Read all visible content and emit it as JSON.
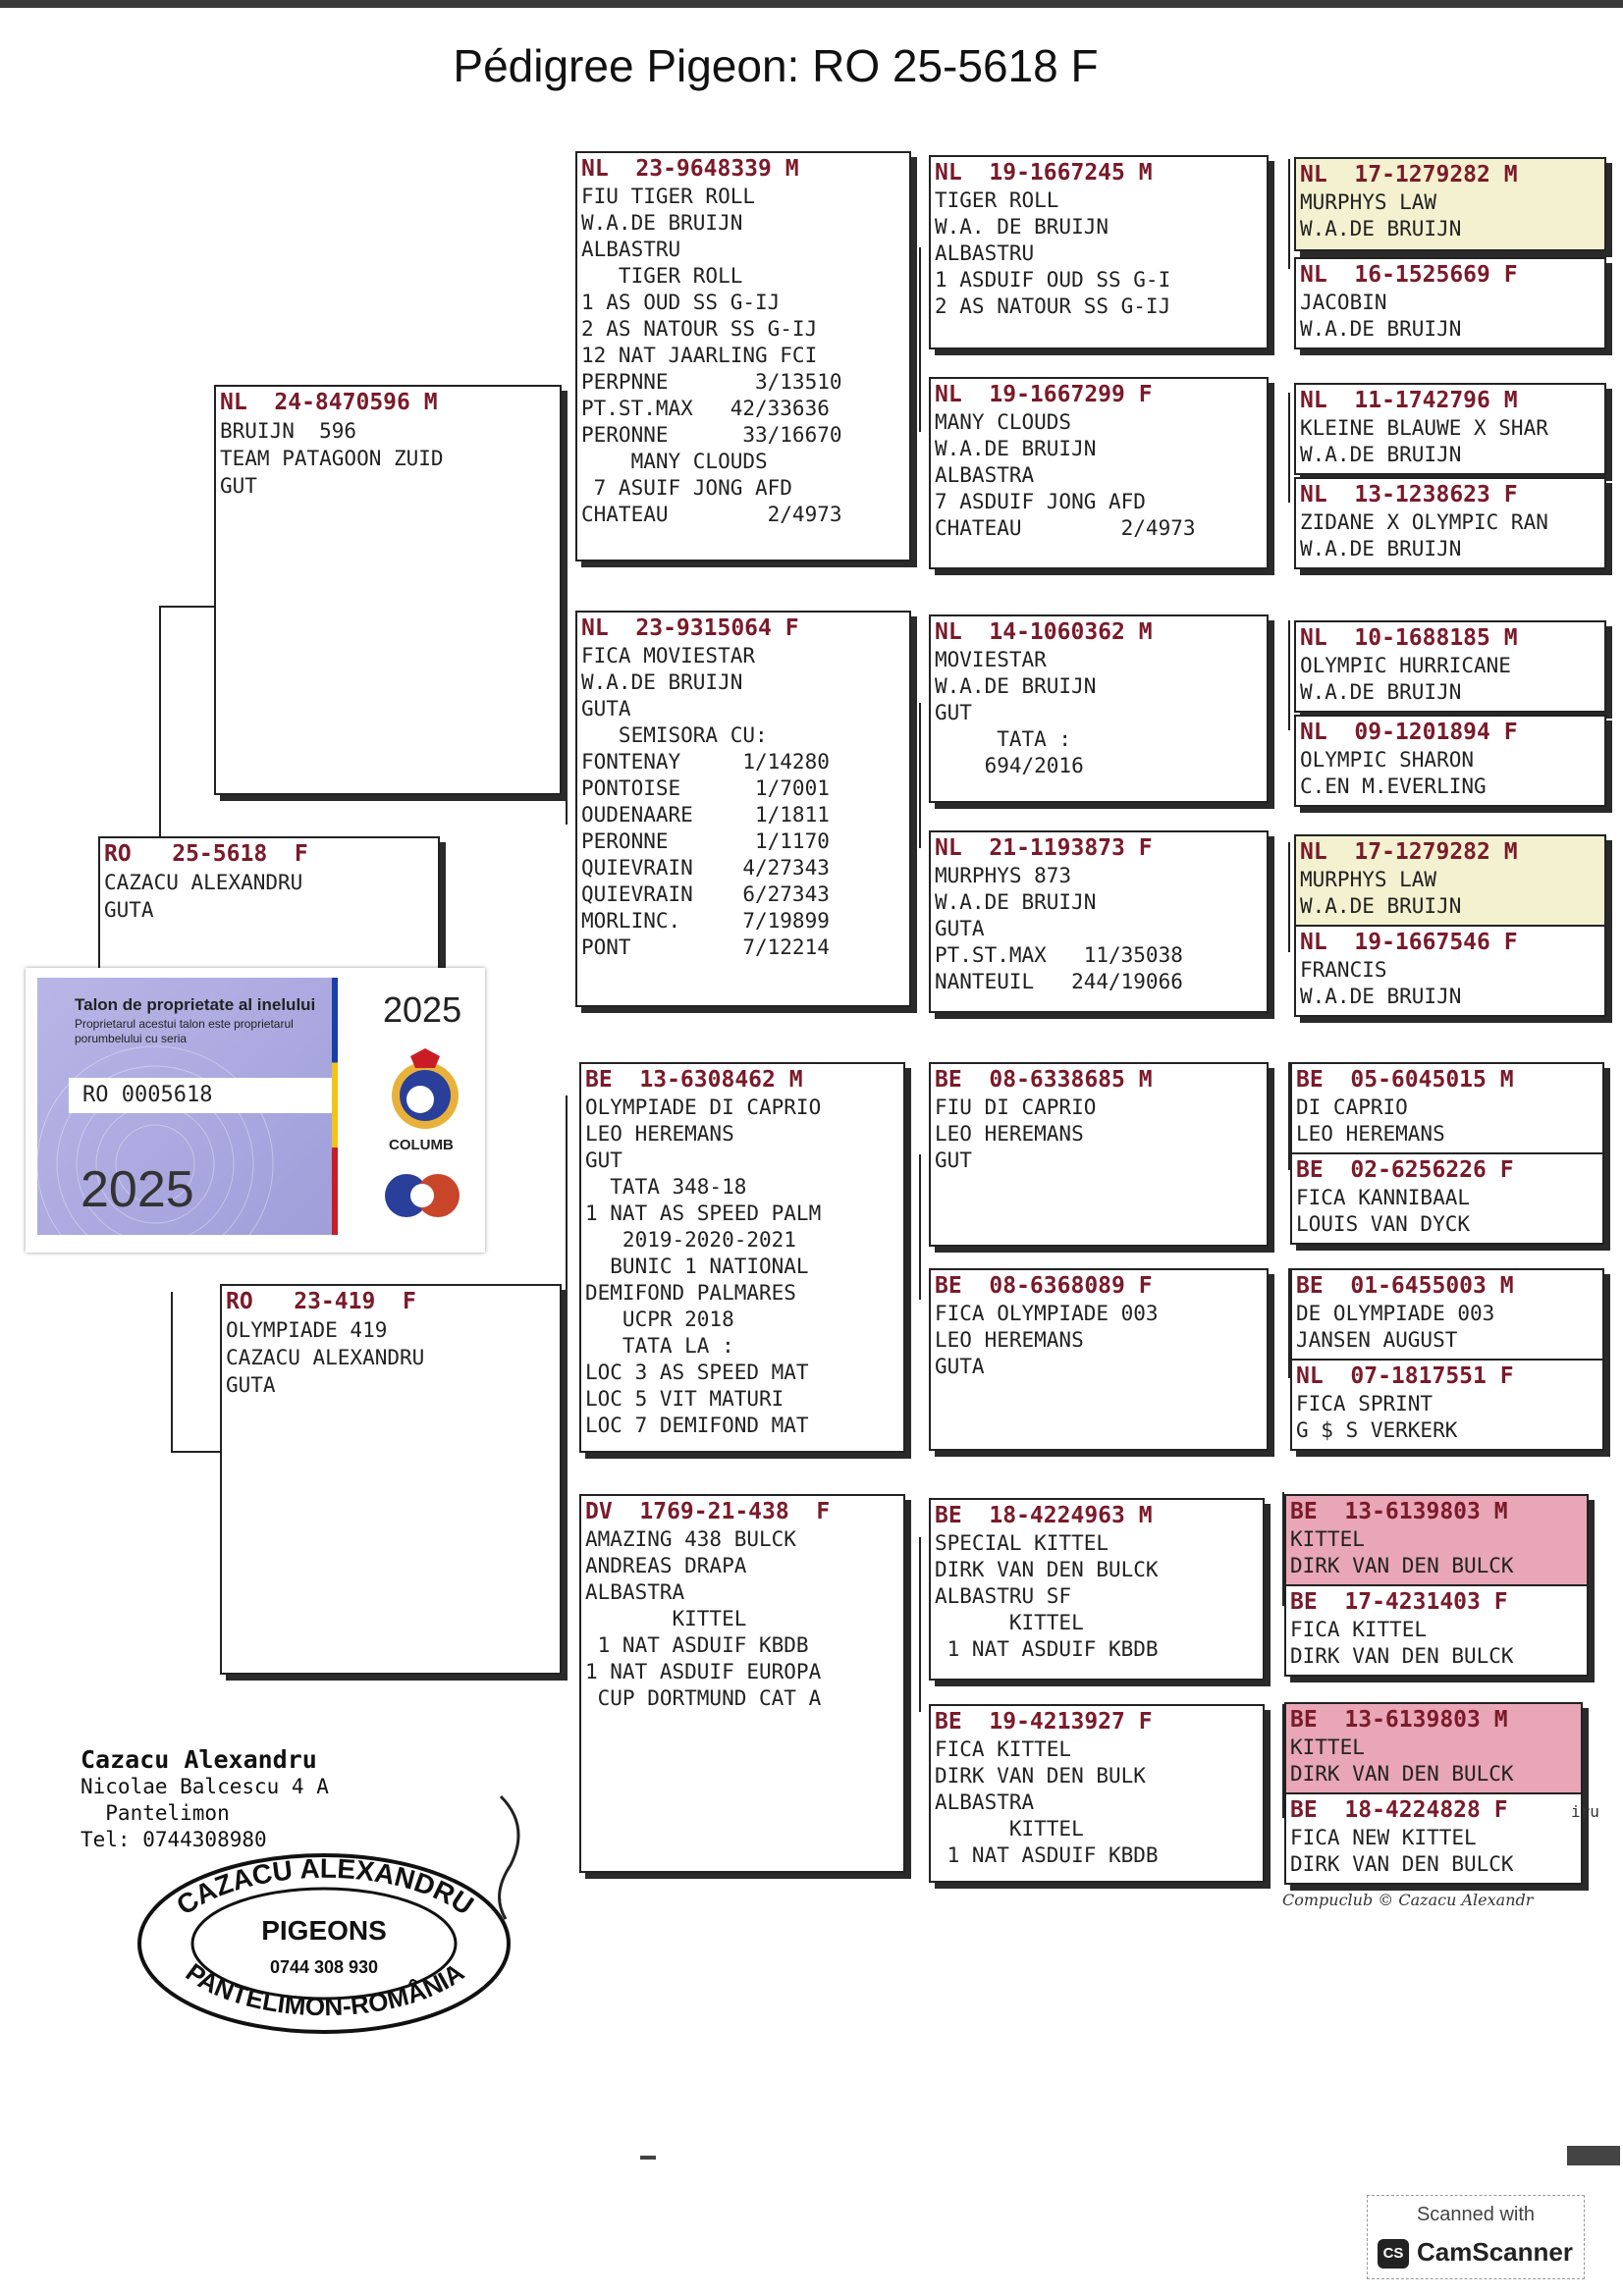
{
  "title": "Pédigree Pigeon: RO  25-5618 F",
  "colors": {
    "header": "#7a1a2a",
    "highlight_yellow": "#f3f1cf",
    "highlight_pink": "#e9a6b6"
  },
  "subject": {
    "hdr": "RO   25-5618  F",
    "lines": [
      "",
      "CAZACU ALEXANDRU",
      "GUTA"
    ]
  },
  "sire": {
    "hdr": "NL  24-8470596 M",
    "lines": [
      "BRUIJN  596",
      "TEAM PATAGOON ZUID",
      "GUT"
    ]
  },
  "dam": {
    "hdr": "RO   23-419  F",
    "lines": [
      "OLYMPIADE 419",
      "CAZACU ALEXANDRU",
      "GUTA"
    ]
  },
  "gen2": {
    "ss": {
      "hdr": "NL  23-9648339 M",
      "lines": [
        "FIU TIGER ROLL",
        "W.A.DE BRUIJN",
        "ALBASTRU",
        "   TIGER ROLL",
        "1 AS OUD SS G-IJ",
        "2 AS NATOUR SS G-IJ",
        "12 NAT JAARLING FCI",
        "PERPNNE       3/13510",
        "PT.ST.MAX   42/33636",
        "PERONNE      33/16670",
        "    MANY CLOUDS",
        " 7 ASUIF JONG AFD",
        "CHATEAU        2/4973"
      ]
    },
    "sd": {
      "hdr": "NL  23-9315064 F",
      "lines": [
        "FICA MOVIESTAR",
        "W.A.DE BRUIJN",
        "GUTA",
        "   SEMISORA CU:",
        "FONTENAY     1/14280",
        "PONTOISE      1/7001",
        "OUDENAARE     1/1811",
        "PERONNE       1/1170",
        "QUIEVRAIN    4/27343",
        "QUIEVRAIN    6/27343",
        "MORLINC.     7/19899",
        "PONT         7/12214"
      ]
    },
    "ds": {
      "hdr": "BE  13-6308462 M",
      "lines": [
        "OLYMPIADE DI CAPRIO",
        "LEO HEREMANS",
        "GUT",
        "  TATA 348-18",
        "1 NAT AS SPEED PALM",
        "   2019-2020-2021",
        "  BUNIC 1 NATIONAL",
        "DEMIFOND PALMARES",
        "   UCPR 2018",
        "   TATA LA :",
        "LOC 3 AS SPEED MAT",
        "LOC 5 VIT MATURI",
        "LOC 7 DEMIFOND MAT"
      ]
    },
    "dd": {
      "hdr": "DV  1769-21-438  F",
      "lines": [
        "AMAZING 438 BULCK",
        "ANDREAS DRAPA",
        "ALBASTRA",
        "       KITTEL",
        " 1 NAT ASDUIF KBDB",
        "1 NAT ASDUIF EUROPA",
        " CUP DORTMUND CAT A"
      ]
    }
  },
  "gen3": [
    {
      "hdr": "NL  19-1667245 M",
      "lines": [
        "TIGER ROLL",
        "W.A. DE BRUIJN",
        "ALBASTRU",
        "1 ASDUIF OUD SS G-I",
        "2 AS NATOUR SS G-IJ"
      ]
    },
    {
      "hdr": "NL  19-1667299 F",
      "lines": [
        "MANY CLOUDS",
        "W.A.DE BRUIJN",
        "ALBASTRA",
        "7 ASDUIF JONG AFD",
        "CHATEAU        2/4973"
      ]
    },
    {
      "hdr": "NL  14-1060362 M",
      "lines": [
        "MOVIESTAR",
        "W.A.DE BRUIJN",
        "GUT",
        "     TATA :",
        "    694/2016"
      ]
    },
    {
      "hdr": "NL  21-1193873 F",
      "lines": [
        "MURPHYS 873",
        "W.A.DE BRUIJN",
        "GUTA",
        "PT.ST.MAX   11/35038",
        "NANTEUIL   244/19066"
      ]
    },
    {
      "hdr": "BE  08-6338685 M",
      "lines": [
        "FIU DI CAPRIO",
        "LEO HEREMANS",
        "GUT"
      ]
    },
    {
      "hdr": "BE  08-6368089 F",
      "lines": [
        "FICA OLYMPIADE 003",
        "LEO HEREMANS",
        "GUTA"
      ]
    },
    {
      "hdr": "BE  18-4224963 M",
      "lines": [
        "SPECIAL KITTEL",
        "DIRK VAN DEN BULCK",
        "ALBASTRU SF",
        "      KITTEL",
        " 1 NAT ASDUIF KBDB"
      ]
    },
    {
      "hdr": "BE  19-4213927 F",
      "lines": [
        "FICA KITTEL",
        "DIRK VAN DEN BULK",
        "ALBASTRA",
        "      KITTEL",
        " 1 NAT ASDUIF KBDB"
      ]
    }
  ],
  "gen4": [
    {
      "hdr": "NL  17-1279282 M",
      "lines": [
        "MURPHYS LAW",
        "W.A.DE BRUIJN"
      ]
    },
    {
      "hdr": "NL  16-1525669 F",
      "lines": [
        "JACOBIN",
        "W.A.DE BRUIJN"
      ]
    },
    {
      "hdr": "NL  11-1742796 M",
      "lines": [
        "KLEINE BLAUWE X SHAR",
        "W.A.DE BRUIJN"
      ]
    },
    {
      "hdr": "NL  13-1238623 F",
      "lines": [
        "ZIDANE X OLYMPIC RAN",
        "W.A.DE BRUIJN"
      ]
    },
    {
      "hdr": "NL  10-1688185 M",
      "lines": [
        "OLYMPIC HURRICANE",
        "W.A.DE BRUIJN"
      ]
    },
    {
      "hdr": "NL  09-1201894 F",
      "lines": [
        "OLYMPIC SHARON",
        "C.EN M.EVERLING"
      ]
    },
    {
      "hdr": "NL  17-1279282 M",
      "lines": [
        "MURPHYS LAW",
        "W.A.DE BRUIJN"
      ]
    },
    {
      "hdr": "NL  19-1667546 F",
      "lines": [
        "FRANCIS",
        "W.A.DE BRUIJN"
      ]
    },
    {
      "hdr": "BE  05-6045015 M",
      "lines": [
        "DI CAPRIO",
        "LEO HEREMANS"
      ]
    },
    {
      "hdr": "BE  02-6256226 F",
      "lines": [
        "FICA KANNIBAAL",
        "LOUIS VAN DYCK"
      ]
    },
    {
      "hdr": "BE  01-6455003 M",
      "lines": [
        "DE OLYMPIADE 003",
        "JANSEN AUGUST"
      ]
    },
    {
      "hdr": "NL  07-1817551 F",
      "lines": [
        "FICA SPRINT",
        "G $ S VERKERK"
      ]
    },
    {
      "hdr": "BE  13-6139803 M",
      "lines": [
        "KITTEL",
        "DIRK VAN DEN BULCK"
      ]
    },
    {
      "hdr": "BE  17-4231403 F",
      "lines": [
        "FICA KITTEL",
        "DIRK VAN DEN BULCK"
      ]
    },
    {
      "hdr": "BE  13-6139803 M",
      "lines": [
        "KITTEL",
        "DIRK VAN DEN BULCK"
      ]
    },
    {
      "hdr": "BE  18-4224828 F",
      "lines": [
        "FICA NEW KITTEL",
        "DIRK VAN DEN BULCK"
      ]
    }
  ],
  "talon": {
    "title": "Talon de proprietate al inelului",
    "subtitle": "Proprietarul acestui talon este proprietarul porumbelului cu seria",
    "ring": "RO  0005618",
    "year": "2025",
    "year_small": "2025",
    "logo_label": "COLUMB"
  },
  "owner": {
    "name": "Cazacu Alexandru",
    "address": "Nicolae Balcescu 4 A",
    "city": "  Pantelimon",
    "phone": "Tel: 0744308980"
  },
  "stamp": {
    "top": "CAZACU ALEXANDRU",
    "middle": "PIGEONS",
    "phone": "0744 308 930",
    "bottom": "PANTELIMON-ROMÂNIA"
  },
  "footer": {
    "compuclub": "Compuclub © Cazacu Alexandr",
    "cut_text": "iru"
  },
  "scanner": {
    "top": "Scanned with",
    "brand": "CamScanner",
    "icon": "CS"
  }
}
